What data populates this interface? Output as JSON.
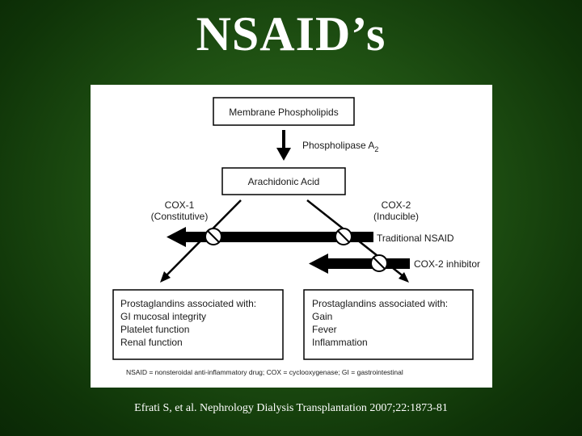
{
  "title": "NSAID’s",
  "caption": "Efrati S, et al. Nephrology Dialysis Transplantation 2007;22:1873-81",
  "diagram": {
    "membrane_box": "Membrane Phospholipids",
    "enzyme_label": "Phospholipase A",
    "enzyme_subscript": "2",
    "acid_box": "Arachidonic Acid",
    "cox1": {
      "name": "COX-1",
      "type": "(Constitutive)"
    },
    "cox2": {
      "name": "COX-2",
      "type": "(Inducible)"
    },
    "traditional_nsaid_label": "Traditional NSAID",
    "cox2_inhibitor_label": "COX-2 inhibitor",
    "left_box": {
      "heading": "Prostaglandins associated with:",
      "items": [
        "GI mucosal integrity",
        "Platelet function",
        "Renal function"
      ]
    },
    "right_box": {
      "heading": "Prostaglandins associated with:",
      "items": [
        "Gain",
        "Fever",
        "Inflammation"
      ]
    },
    "footnote": "NSAID = nonsteroidal anti-inflammatory drug; COX = cyclooxygenase; GI = gastrointestinal"
  }
}
